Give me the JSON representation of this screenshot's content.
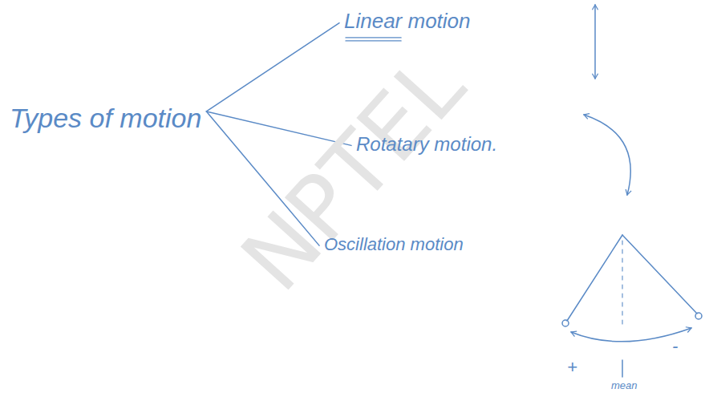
{
  "diagram": {
    "nodes": [
      {
        "text": [
          "Types of motion"
        ]
      },
      {
        "text": [
          "Linear motion"
        ]
      },
      {
        "text": [
          "Rotatary motion."
        ]
      },
      {
        "text": [
          "Oscillation motion"
        ]
      }
    ],
    "edges": [
      {
        "from": 0,
        "to": 1,
        "arrow": "none"
      },
      {
        "from": 0,
        "to": 2,
        "arrow": "none"
      },
      {
        "from": 0,
        "to": 3,
        "arrow": "none"
      }
    ],
    "labels": [
      "NPTEL",
      "+",
      "-",
      "mean"
    ]
  }
}
